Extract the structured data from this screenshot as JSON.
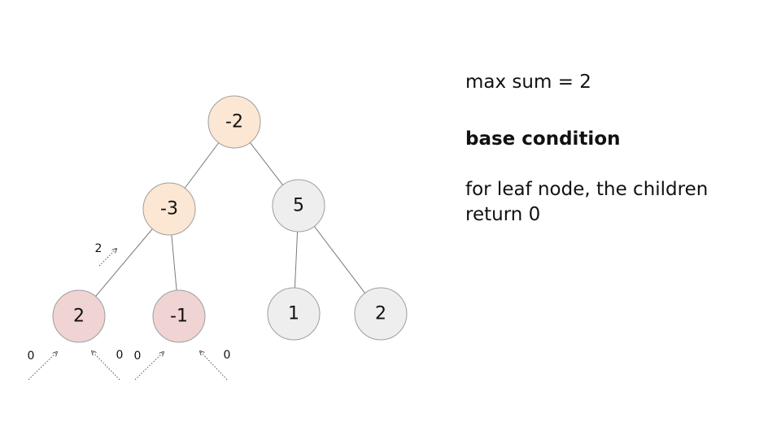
{
  "tree": {
    "nodes": [
      {
        "id": "root",
        "label": "-2",
        "fill": "#fbe7d3"
      },
      {
        "id": "left",
        "label": "-3",
        "fill": "#fbe7d3"
      },
      {
        "id": "right",
        "label": "5",
        "fill": "#eeeeee"
      },
      {
        "id": "left-left",
        "label": "2",
        "fill": "#f0d3d3"
      },
      {
        "id": "left-right",
        "label": "-1",
        "fill": "#f0d3d3"
      },
      {
        "id": "right-left",
        "label": "1",
        "fill": "#eeeeee"
      },
      {
        "id": "right-right",
        "label": "2",
        "fill": "#eeeeee"
      }
    ],
    "edges": [
      [
        "root",
        "left"
      ],
      [
        "root",
        "right"
      ],
      [
        "left",
        "left-left"
      ],
      [
        "left",
        "left-right"
      ],
      [
        "right",
        "right-left"
      ],
      [
        "right",
        "right-right"
      ]
    ],
    "return_values": [
      {
        "id": "ret-left-left-to-left",
        "label": "2"
      },
      {
        "id": "ret-null-1",
        "label": "0"
      },
      {
        "id": "ret-null-2",
        "label": "0"
      },
      {
        "id": "ret-null-3",
        "label": "0"
      },
      {
        "id": "ret-null-4",
        "label": "0"
      }
    ]
  },
  "notes": {
    "max_sum": "max sum = 2",
    "heading": "base condition",
    "body_line1": "for leaf node, the children",
    "body_line2": "return 0"
  }
}
